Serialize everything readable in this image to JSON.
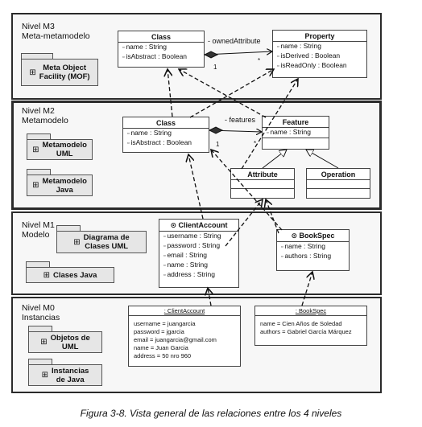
{
  "levels": {
    "m3": {
      "title": "Nivel M3",
      "subtitle": "Meta-metamodelo"
    },
    "m2": {
      "title": "Nivel M2",
      "subtitle": "Metamodelo"
    },
    "m1": {
      "title": "Nivel M1",
      "subtitle": "Modelo"
    },
    "m0": {
      "title": "Nivel M0",
      "subtitle": "Instancias"
    }
  },
  "packages": {
    "mof": {
      "line1": "Meta Object",
      "line2": "Facility (MOF)"
    },
    "uml_meta": {
      "line1": "Metamodelo",
      "line2": "UML"
    },
    "java_meta": {
      "line1": "Metamodelo",
      "line2": "Java"
    },
    "class_diagram": {
      "line1": "Diagrama de",
      "line2": "Clases UML"
    },
    "java_classes": {
      "line1": "Clases Java"
    },
    "uml_objects": {
      "line1": "Objetos de",
      "line2": "UML"
    },
    "java_instances": {
      "line1": "Instancias",
      "line2": "de Java"
    }
  },
  "m3": {
    "class": {
      "name": "Class",
      "attrs": [
        "name : String",
        "isAbstract : Boolean"
      ]
    },
    "property": {
      "name": "Property",
      "attrs": [
        "name : String",
        "isDerived : Boolean",
        "isReadOnly : Boolean"
      ]
    },
    "assoc_label": "- ownedAttribute",
    "mult_one": "1",
    "mult_many": "*"
  },
  "m2": {
    "class": {
      "name": "Class",
      "attrs": [
        "name : String",
        "isAbstract : Boolean"
      ]
    },
    "feature": {
      "name": "Feature",
      "attrs": [
        "name : String"
      ]
    },
    "attribute": {
      "name": "Attribute"
    },
    "operation": {
      "name": "Operation"
    },
    "assoc_label": "- features",
    "mult_one": "1",
    "mult_many": "*"
  },
  "m1": {
    "client": {
      "icon": "C",
      "name": "ClientAccount",
      "attrs": [
        "username : String",
        "password : String",
        "email : String",
        "name : String",
        "address : String"
      ]
    },
    "book": {
      "icon": "C",
      "name": "BookSpec",
      "attrs": [
        "name : String",
        "authors : String"
      ]
    }
  },
  "m0": {
    "client": {
      "name": ": ClientAccount",
      "lines": [
        "username = juangarcia",
        "password = jgarcia",
        "email = juangarcia@gmail.com",
        "name = Juan Garcia",
        "address = 50 nro 960"
      ]
    },
    "book": {
      "name": ": BookSpec",
      "lines": [
        "name = Cien Años de Soledad",
        "authors = Gabriel García Márquez"
      ]
    }
  },
  "caption": "Figura 3-8. Vista general de las relaciones entre los 4 niveles"
}
